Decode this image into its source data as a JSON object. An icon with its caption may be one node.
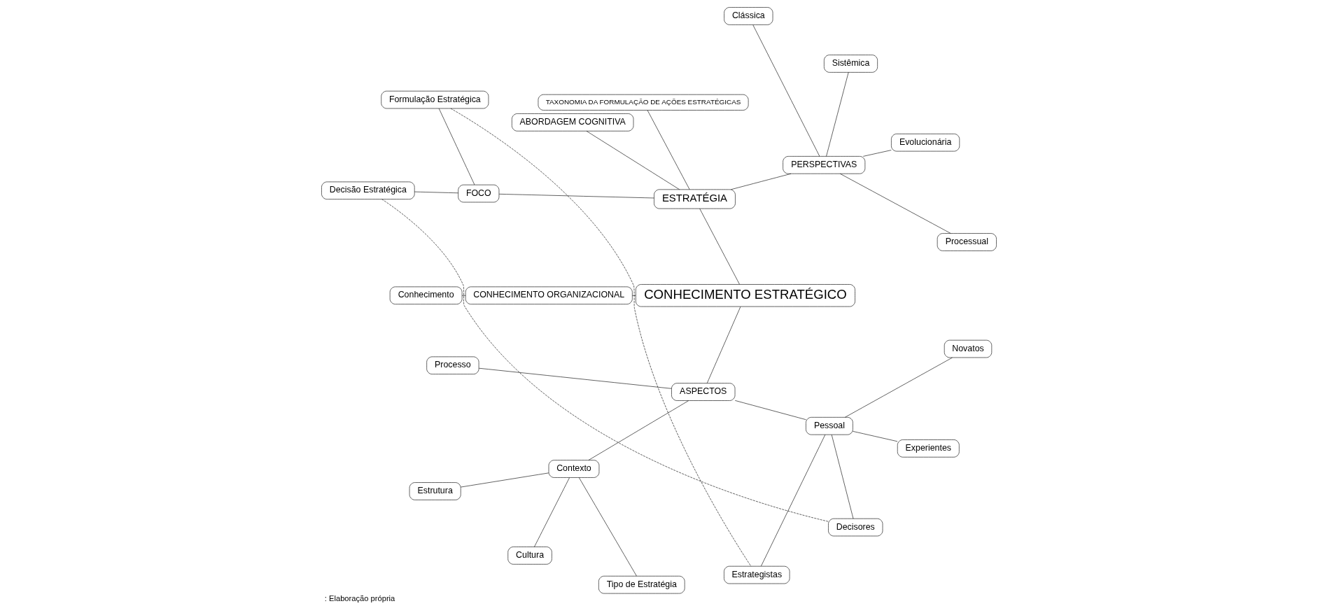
{
  "diagram": {
    "caption": ": Elaboração própria",
    "nodes": [
      {
        "text": [
          "CONHECIMENTO ESTRATÉGICO"
        ]
      },
      {
        "text": [
          "ESTRATÉGIA"
        ]
      },
      {
        "text": [
          "PERSPECTIVAS"
        ]
      },
      {
        "text": [
          "Processual"
        ]
      },
      {
        "text": [
          "Evolucionária"
        ]
      },
      {
        "text": [
          "Sistêmica"
        ]
      },
      {
        "text": [
          "Clássica"
        ]
      },
      {
        "text": [
          "TAXONOMIA DA FORMULAÇÃO DE AÇÕES ESTRATÉGICAS"
        ]
      },
      {
        "text": [
          "ABORDAGEM COGNITIVA"
        ]
      },
      {
        "text": [
          "FOCO"
        ]
      },
      {
        "text": [
          "Formulação Estratégica"
        ]
      },
      {
        "text": [
          "Decisão Estratégica"
        ]
      },
      {
        "text": [
          "Estrategistas"
        ]
      },
      {
        "text": [
          "Decisores"
        ]
      },
      {
        "text": [
          "CONHECIMENTO ORGANIZACIONAL"
        ]
      },
      {
        "text": [
          "Conhecimento"
        ]
      },
      {
        "text": [
          "ASPECTOS"
        ]
      },
      {
        "text": [
          "Processo"
        ]
      },
      {
        "text": [
          "Contexto"
        ]
      },
      {
        "text": [
          "Estrutura"
        ]
      },
      {
        "text": [
          "Cultura"
        ]
      },
      {
        "text": [
          "Tipo de Estratégia"
        ]
      },
      {
        "text": [
          "Pessoal"
        ]
      },
      {
        "text": [
          "Experientes"
        ]
      },
      {
        "text": [
          "Novatos"
        ]
      }
    ],
    "edges": [
      {
        "from": 0,
        "to": 1,
        "arrow": "none"
      },
      {
        "from": 1,
        "to": 2,
        "arrow": "none"
      },
      {
        "from": 2,
        "to": 3,
        "arrow": "none"
      },
      {
        "from": 2,
        "to": 4,
        "arrow": "none"
      },
      {
        "from": 2,
        "to": 5,
        "arrow": "none"
      },
      {
        "from": 2,
        "to": 6,
        "arrow": "none"
      },
      {
        "from": 1,
        "to": 7,
        "arrow": "none"
      },
      {
        "from": 1,
        "to": 8,
        "arrow": "none"
      },
      {
        "from": 1,
        "to": 9,
        "arrow": "none"
      },
      {
        "from": 9,
        "to": 10,
        "arrow": "none"
      },
      {
        "from": 9,
        "to": 11,
        "arrow": "none"
      },
      {
        "from": 10,
        "to": 12,
        "arrow": "none",
        "style": "dashed"
      },
      {
        "from": 11,
        "to": 13,
        "arrow": "none",
        "style": "dashed"
      },
      {
        "from": 0,
        "to": 14,
        "arrow": "none"
      },
      {
        "from": 14,
        "to": 15,
        "arrow": "none"
      },
      {
        "from": 0,
        "to": 16,
        "arrow": "none"
      },
      {
        "from": 16,
        "to": 17,
        "arrow": "none"
      },
      {
        "from": 16,
        "to": 18,
        "arrow": "none"
      },
      {
        "from": 18,
        "to": 19,
        "arrow": "none"
      },
      {
        "from": 18,
        "to": 20,
        "arrow": "none"
      },
      {
        "from": 18,
        "to": 21,
        "arrow": "none"
      },
      {
        "from": 16,
        "to": 22,
        "arrow": "none"
      },
      {
        "from": 22,
        "to": 12,
        "arrow": "none"
      },
      {
        "from": 22,
        "to": 13,
        "arrow": "none"
      },
      {
        "from": 22,
        "to": 23,
        "arrow": "none"
      },
      {
        "from": 22,
        "to": 24,
        "arrow": "none"
      }
    ]
  }
}
